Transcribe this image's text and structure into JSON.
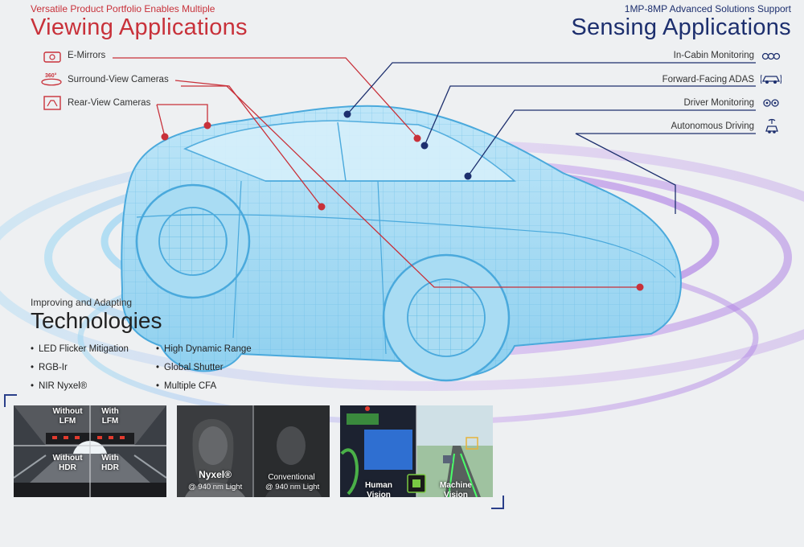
{
  "viewing": {
    "subtitle": "Versatile Product Portfolio Enables Multiple",
    "title": "Viewing Applications",
    "items": [
      {
        "label": "E-Mirrors",
        "icon": "mirror-icon"
      },
      {
        "label": "Surround-View Cameras",
        "icon": "360-icon",
        "badge": "360°"
      },
      {
        "label": "Rear-View Cameras",
        "icon": "rear-view-icon"
      }
    ]
  },
  "sensing": {
    "subtitle": "1MP-8MP Advanced Solutions Support",
    "title": "Sensing Applications",
    "items": [
      {
        "label": "In-Cabin Monitoring",
        "icon": "in-cabin-icon"
      },
      {
        "label": "Forward-Facing ADAS",
        "icon": "adas-car-icon"
      },
      {
        "label": "Driver Monitoring",
        "icon": "driver-monitor-icon"
      },
      {
        "label": "Autonomous Driving",
        "icon": "autonomous-icon"
      }
    ]
  },
  "technologies": {
    "subtitle": "Improving and Adapting",
    "title": "Technologies",
    "col1": [
      "LED Flicker Mitigation",
      "RGB-Ir",
      "NIR Nyxel®"
    ],
    "col2": [
      "High Dynamic Range",
      "Global Shutter",
      "Multiple CFA"
    ]
  },
  "images": {
    "lfm_without": "Without LFM",
    "lfm_with": "With LFM",
    "hdr_without": "Without HDR",
    "hdr_with": "With HDR",
    "nyxel": "Nyxel®",
    "nyxel_light": "@ 940 nm Light",
    "conventional": "Conventional",
    "conventional_light": "@ 940 nm Light",
    "human_vision": "Human Vision",
    "machine_vision": "Machine Vision"
  },
  "colors": {
    "viewing_accent": "#c8313a",
    "sensing_accent": "#1d2f6e",
    "car_wireframe": "#6ec3ea",
    "ring_purple": "#b57ae6"
  }
}
